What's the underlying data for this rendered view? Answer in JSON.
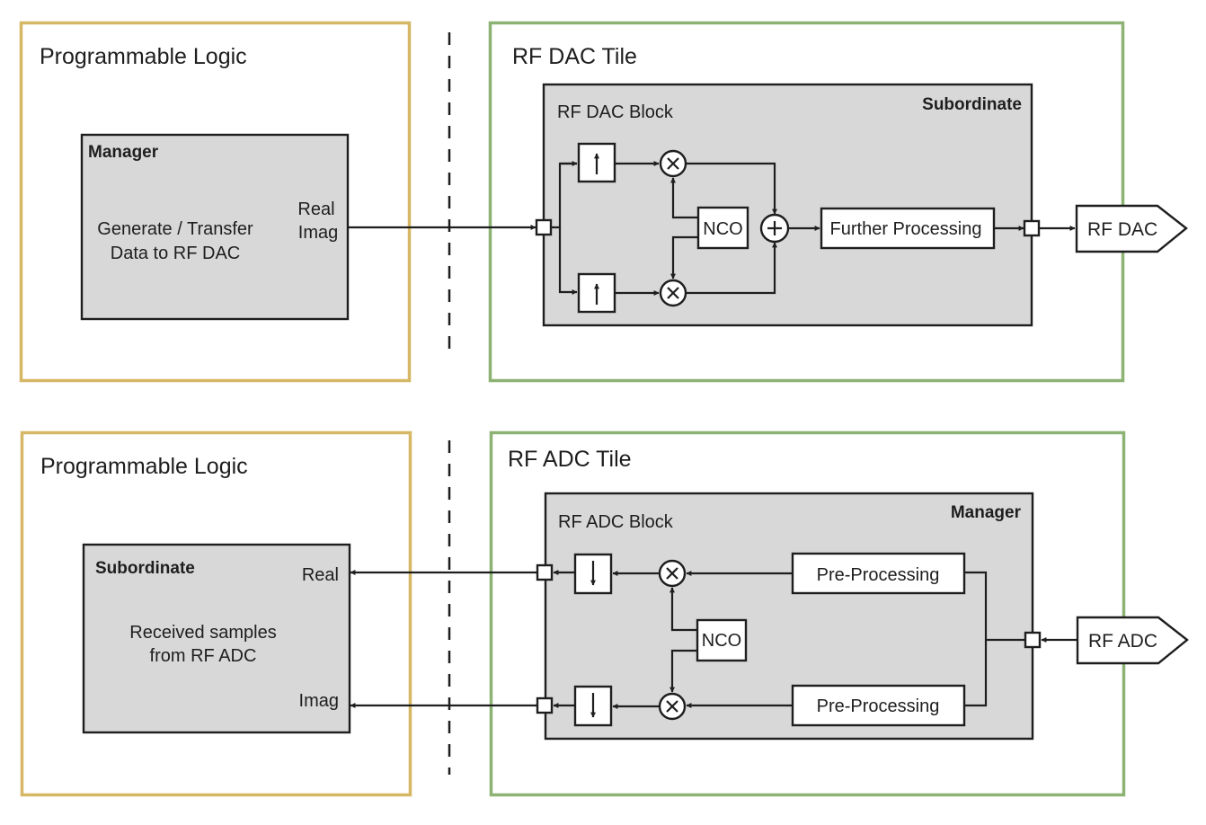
{
  "colors": {
    "programmable_logic_border": "#d6b765",
    "tile_border": "#8db374",
    "block_fill": "#d8d8d8",
    "line": "#1e1e1e"
  },
  "dac_section": {
    "pl_title": "Programmable Logic",
    "manager_box": {
      "role": "Manager",
      "description_line1": "Generate / Transfer",
      "description_line2": "Data to RF DAC",
      "port_real": "Real",
      "port_imag": "Imag"
    },
    "tile_title": "RF DAC Tile",
    "block": {
      "title": "RF DAC Block",
      "role": "Subordinate",
      "upsampler_icon": "up-arrow",
      "mixer_icon": "multiply",
      "adder_icon": "plus",
      "nco_label": "NCO",
      "further_processing_label": "Further Processing"
    },
    "output_label": "RF DAC"
  },
  "adc_section": {
    "pl_title": "Programmable Logic",
    "subordinate_box": {
      "role": "Subordinate",
      "description_line1": "Received samples",
      "description_line2": "from RF ADC",
      "port_real": "Real",
      "port_imag": "Imag"
    },
    "tile_title": "RF ADC Tile",
    "block": {
      "title": "RF ADC Block",
      "role": "Manager",
      "downsampler_icon": "down-arrow",
      "mixer_icon": "multiply",
      "nco_label": "NCO",
      "preprocessing_label": "Pre-Processing"
    },
    "input_label": "RF ADC"
  }
}
